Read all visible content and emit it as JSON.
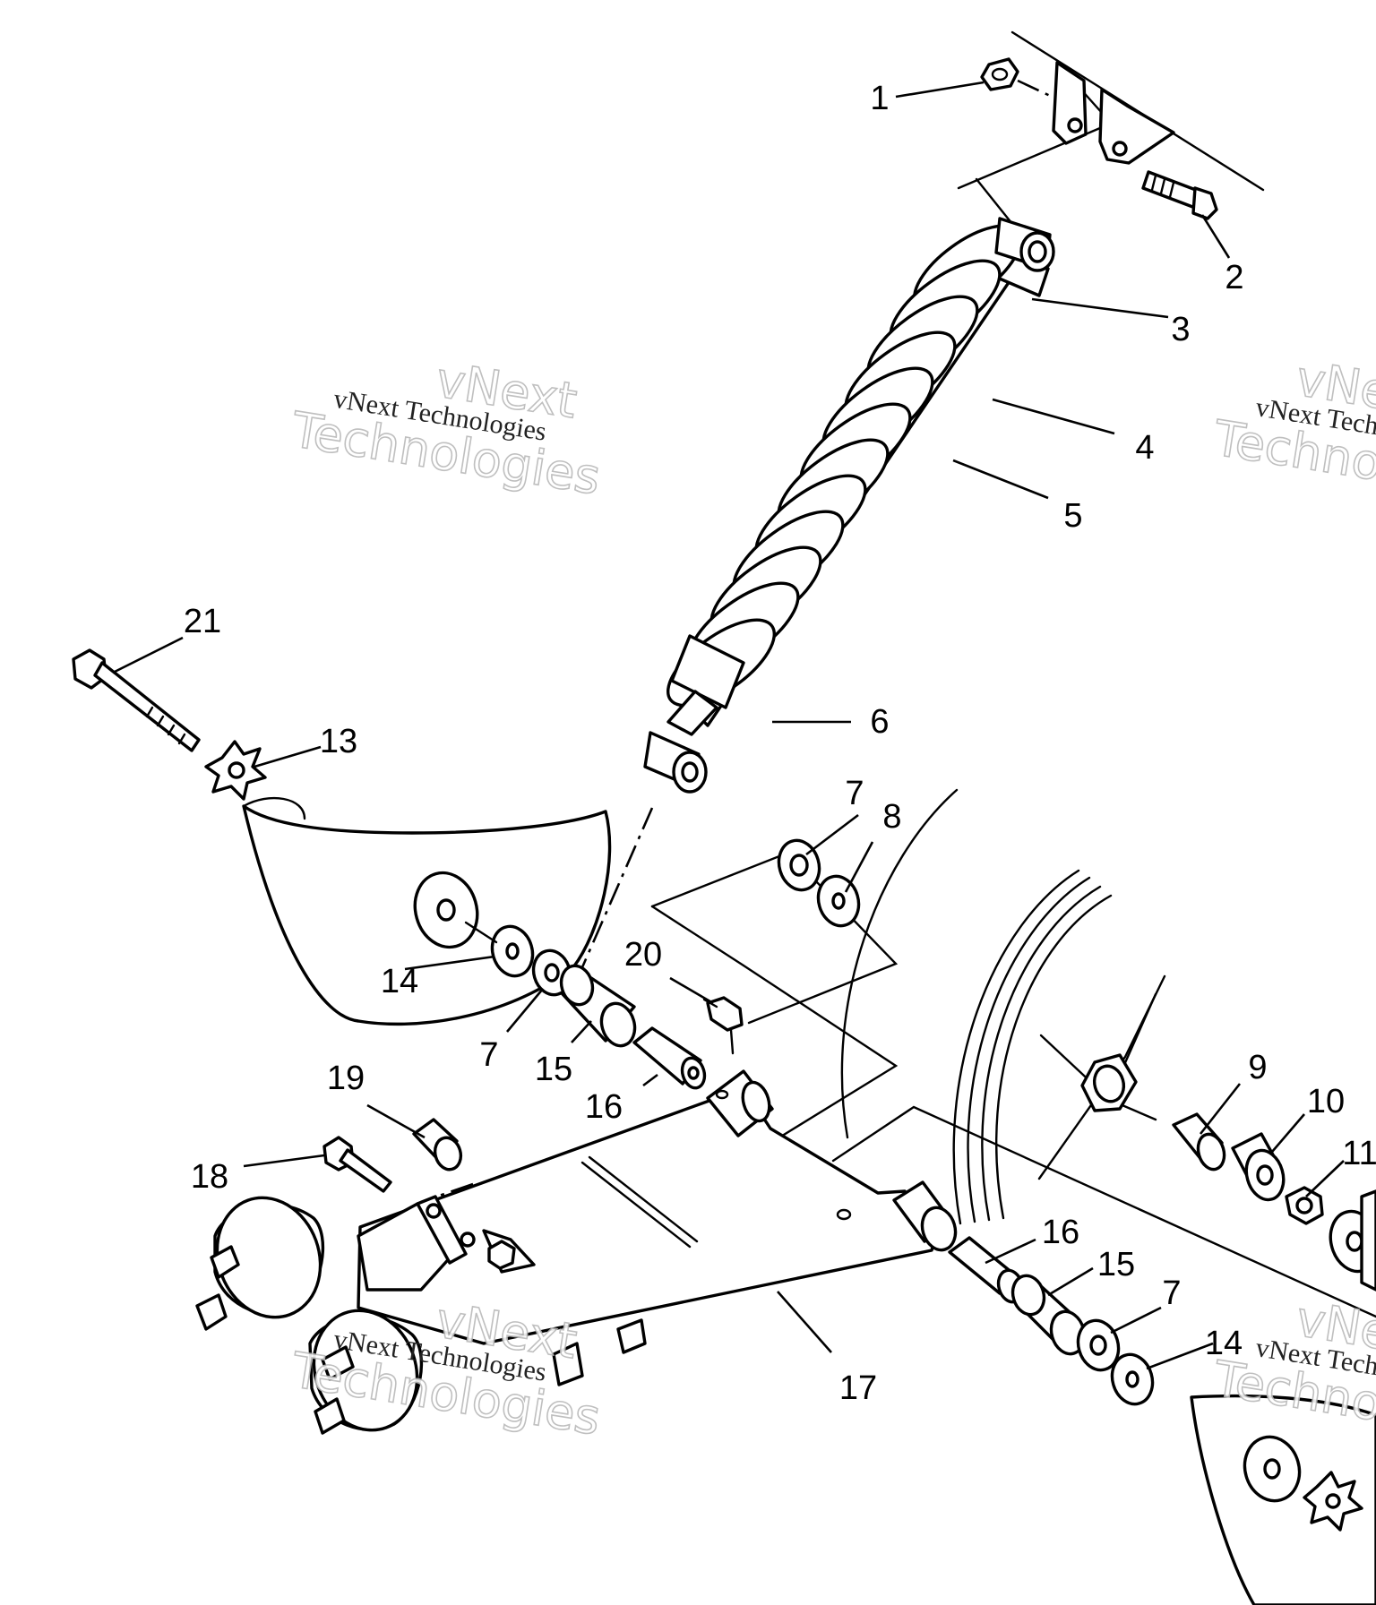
{
  "callouts": [
    {
      "label": "1"
    },
    {
      "label": "2"
    },
    {
      "label": "3"
    },
    {
      "label": "4"
    },
    {
      "label": "5"
    },
    {
      "label": "6"
    },
    {
      "label": "7"
    },
    {
      "label": "8"
    },
    {
      "label": "21"
    },
    {
      "label": "13"
    },
    {
      "label": "14"
    },
    {
      "label": "7"
    },
    {
      "label": "15"
    },
    {
      "label": "16"
    },
    {
      "label": "20"
    },
    {
      "label": "19"
    },
    {
      "label": "18"
    },
    {
      "label": "17"
    },
    {
      "label": "16"
    },
    {
      "label": "15"
    },
    {
      "label": "7"
    },
    {
      "label": "14"
    },
    {
      "label": "9"
    },
    {
      "label": "10"
    },
    {
      "label": "11"
    }
  ],
  "watermark": {
    "small_text": "vNext Technologies",
    "big_word_1": "vNext",
    "big_word_2": "Technologies"
  }
}
